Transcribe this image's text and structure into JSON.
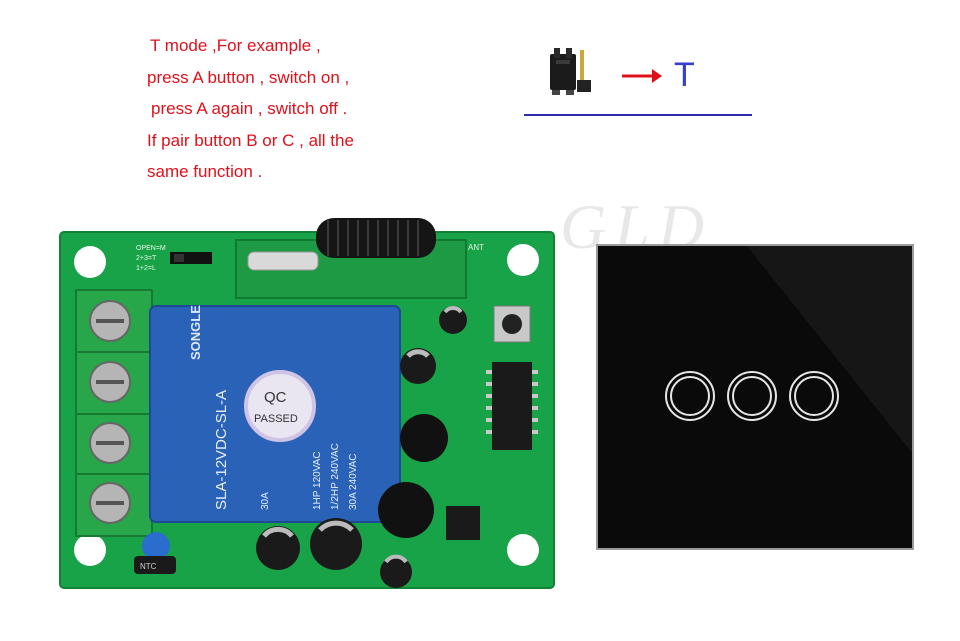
{
  "description": {
    "lines": [
      "T mode ,For example ,",
      "press A button , switch on ,",
      "press A again , switch off .",
      "If pair button B or C , all the",
      "same function ."
    ]
  },
  "mode_diagram": {
    "mode_letter": "T"
  },
  "pcb": {
    "jumper_label_1": "1+2=L",
    "jumper_label_2": "2+3=T",
    "jumper_label_3": "OPEN=M",
    "ant_label": "ANT",
    "relay_brand": "SONGLE",
    "relay_model": "SLA-12VDC-SL-A",
    "relay_rating_1": "1HP 120VAC",
    "relay_rating_2": "1/2HP 240VAC",
    "relay_rating_3": "30A 240VAC",
    "relay_amps": "30A",
    "qc_text_1": "QC",
    "qc_text_2": "PASSED",
    "ntc_label": "NTC"
  },
  "colors": {
    "text_red": "#e0101a",
    "underline_blue": "#2b2ea8",
    "pcb_green": "#19a348",
    "relay_blue": "#2a62b8",
    "terminal_green": "#27a64a",
    "panel_black": "#0a0a0a"
  }
}
